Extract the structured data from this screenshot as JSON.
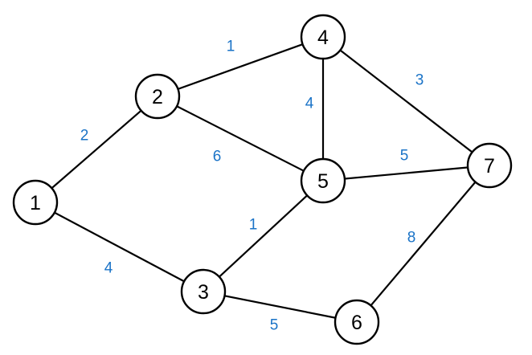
{
  "colors": {
    "edge": "#000000",
    "node_fill": "#ffffff",
    "node_stroke": "#000000",
    "weight_text": "#1a73c7"
  },
  "nodes": [
    {
      "id": "1",
      "label": "1"
    },
    {
      "id": "2",
      "label": "2"
    },
    {
      "id": "3",
      "label": "3"
    },
    {
      "id": "4",
      "label": "4"
    },
    {
      "id": "5",
      "label": "5"
    },
    {
      "id": "6",
      "label": "6"
    },
    {
      "id": "7",
      "label": "7"
    }
  ],
  "edges": [
    {
      "from": "1",
      "to": "2",
      "weight": "2"
    },
    {
      "from": "1",
      "to": "3",
      "weight": "4"
    },
    {
      "from": "2",
      "to": "4",
      "weight": "1"
    },
    {
      "from": "2",
      "to": "5",
      "weight": "6"
    },
    {
      "from": "4",
      "to": "5",
      "weight": "4"
    },
    {
      "from": "4",
      "to": "7",
      "weight": "3"
    },
    {
      "from": "5",
      "to": "7",
      "weight": "5"
    },
    {
      "from": "3",
      "to": "5",
      "weight": "1"
    },
    {
      "from": "3",
      "to": "6",
      "weight": "5"
    },
    {
      "from": "6",
      "to": "7",
      "weight": "8"
    }
  ]
}
